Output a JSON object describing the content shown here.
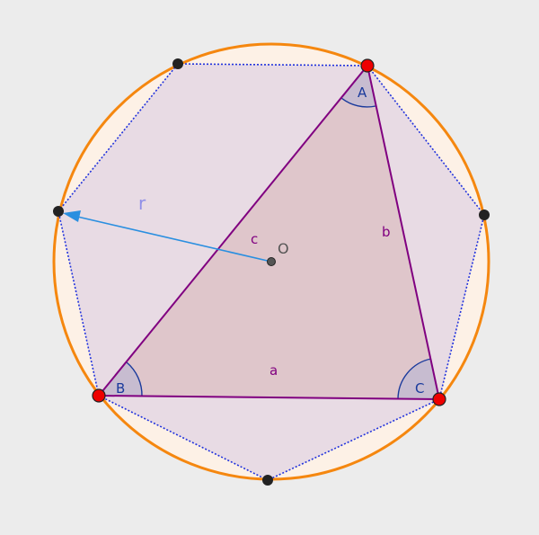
{
  "diagram": {
    "labels": {
      "vertex_A": "A",
      "vertex_B": "B",
      "vertex_C": "C",
      "side_a": "a",
      "side_b": "b",
      "side_c": "c",
      "center": "O",
      "radius": "r"
    },
    "colors": {
      "background": "#ececec",
      "circle_stroke": "#f5870f",
      "circle_fill": "#fdf1e6",
      "heptagon_fill": "#e8dbe4",
      "heptagon_stroke": "#2233dd",
      "triangle_fill": "#dfc6cb",
      "triangle_stroke": "#800080",
      "angle_fill": "#c7bcd0",
      "angle_stroke": "#1a3a9c",
      "radius_arrow": "#2a8fe0",
      "radius_label": "#8f8fe8",
      "vertex_red": "#ee0000",
      "vertex_dark": "#222222",
      "label_purple": "#800080",
      "label_blue": "#1a3a9c",
      "label_center": "#555555"
    }
  }
}
